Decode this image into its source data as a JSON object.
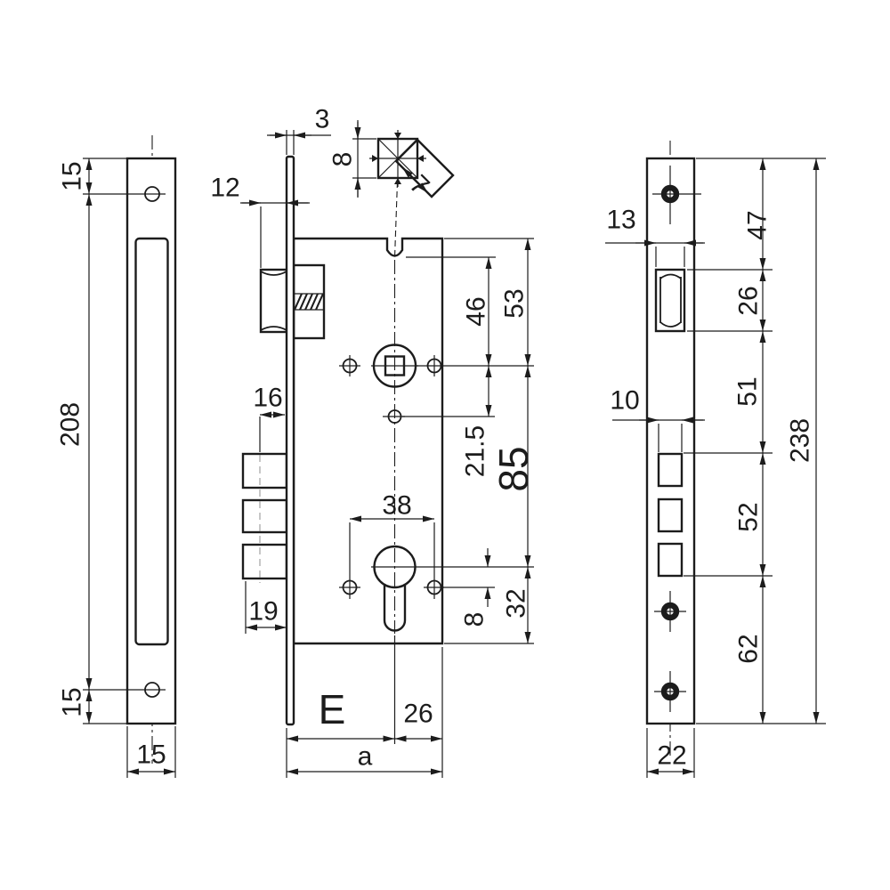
{
  "figure": {
    "kind": "technical-drawing",
    "subject": "mortise-lock-dimensions",
    "background": "#ffffff",
    "line_color": "#1c1c1c",
    "views": {
      "left": "strike-plate-profile",
      "middle": "lock-case-side",
      "right": "faceplate-front"
    }
  },
  "dims": {
    "left": {
      "top_hole_offset": "15",
      "hole_spacing": "208",
      "bottom_hole_offset": "15",
      "plate_width": "15"
    },
    "middle": {
      "faceplate_thickness": "3",
      "spindle_square": "8",
      "spindle_corner": "7",
      "latch_protrusion": "12",
      "bolt_throw": "16",
      "bolt_length": "19",
      "notch_to_spindle": "46",
      "top_to_spindle": "53",
      "spindle_to_pin": "21.5",
      "spindle_to_cylinder": "85",
      "screw_spacing": "38",
      "cylinder_to_screw": "8",
      "cylinder_to_bottom": "32",
      "backset": "E",
      "axis_to_back": "26",
      "total_depth": "a"
    },
    "right": {
      "latch_width": "13",
      "bolt_hole_width": "10",
      "top_to_latch": "47",
      "latch_opening": "26",
      "latch_to_bolts": "51",
      "bolt_group": "52",
      "bolts_to_bottom": "62",
      "plate_length": "238",
      "plate_width": "22"
    }
  }
}
